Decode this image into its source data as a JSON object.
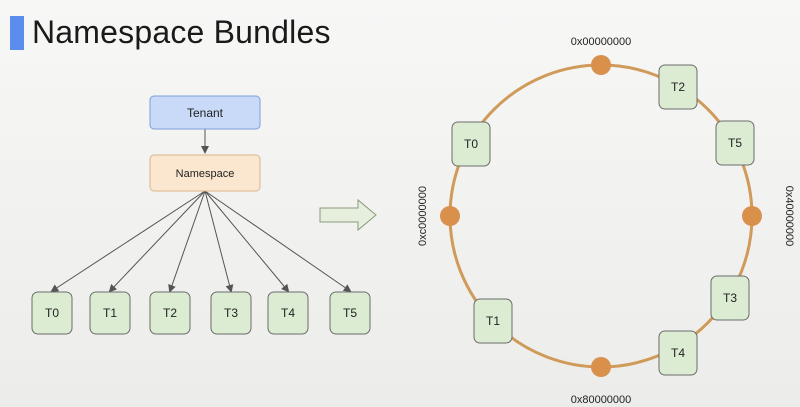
{
  "title": "Namespace Bundles",
  "colors": {
    "accent": "#5b8def",
    "tenant_fill": "#c9daf8",
    "tenant_stroke": "#7e9fd8",
    "namespace_fill": "#fbe7cf",
    "namespace_stroke": "#d9b48a",
    "topic_fill": "#dcecd3",
    "topic_stroke": "#6b6b6b",
    "ring": "#d09b5a",
    "ring_dot": "#d8904a",
    "edge": "#555555"
  },
  "tree": {
    "tenant": "Tenant",
    "namespace": "Namespace",
    "topics": [
      "T0",
      "T1",
      "T2",
      "T3",
      "T4",
      "T5"
    ]
  },
  "arrow_icon": "right-arrow-icon",
  "ring": {
    "boundaries": {
      "top": "0x00000000",
      "right": "0x40000000",
      "bottom": "0x80000000",
      "left": "0xc0000000"
    },
    "topics": [
      "T0",
      "T2",
      "T5",
      "T3",
      "T4",
      "T1"
    ]
  }
}
